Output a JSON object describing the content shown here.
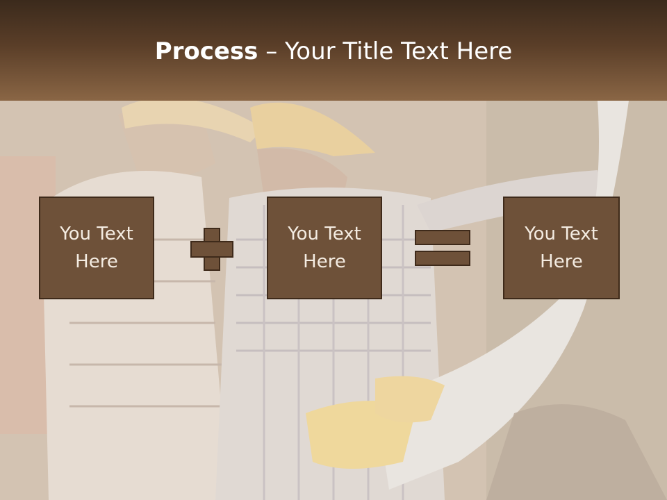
{
  "slide": {
    "title_bold": "Process",
    "title_rest": " – Your Title Text Here"
  },
  "diagram": {
    "boxes": [
      {
        "label": "You Text Here"
      },
      {
        "label": "You Text Here"
      },
      {
        "label": "You Text Here"
      }
    ],
    "operators": [
      "plus",
      "equals"
    ]
  },
  "background": {
    "icon": "construction-workers-photo"
  },
  "colors": {
    "header_dark": "#3b2a1c",
    "header_light": "#8a6645",
    "box_fill": "#6e5139",
    "box_border": "#3e2a1a",
    "box_text": "#f4ece2",
    "title_text": "#ffffff"
  }
}
